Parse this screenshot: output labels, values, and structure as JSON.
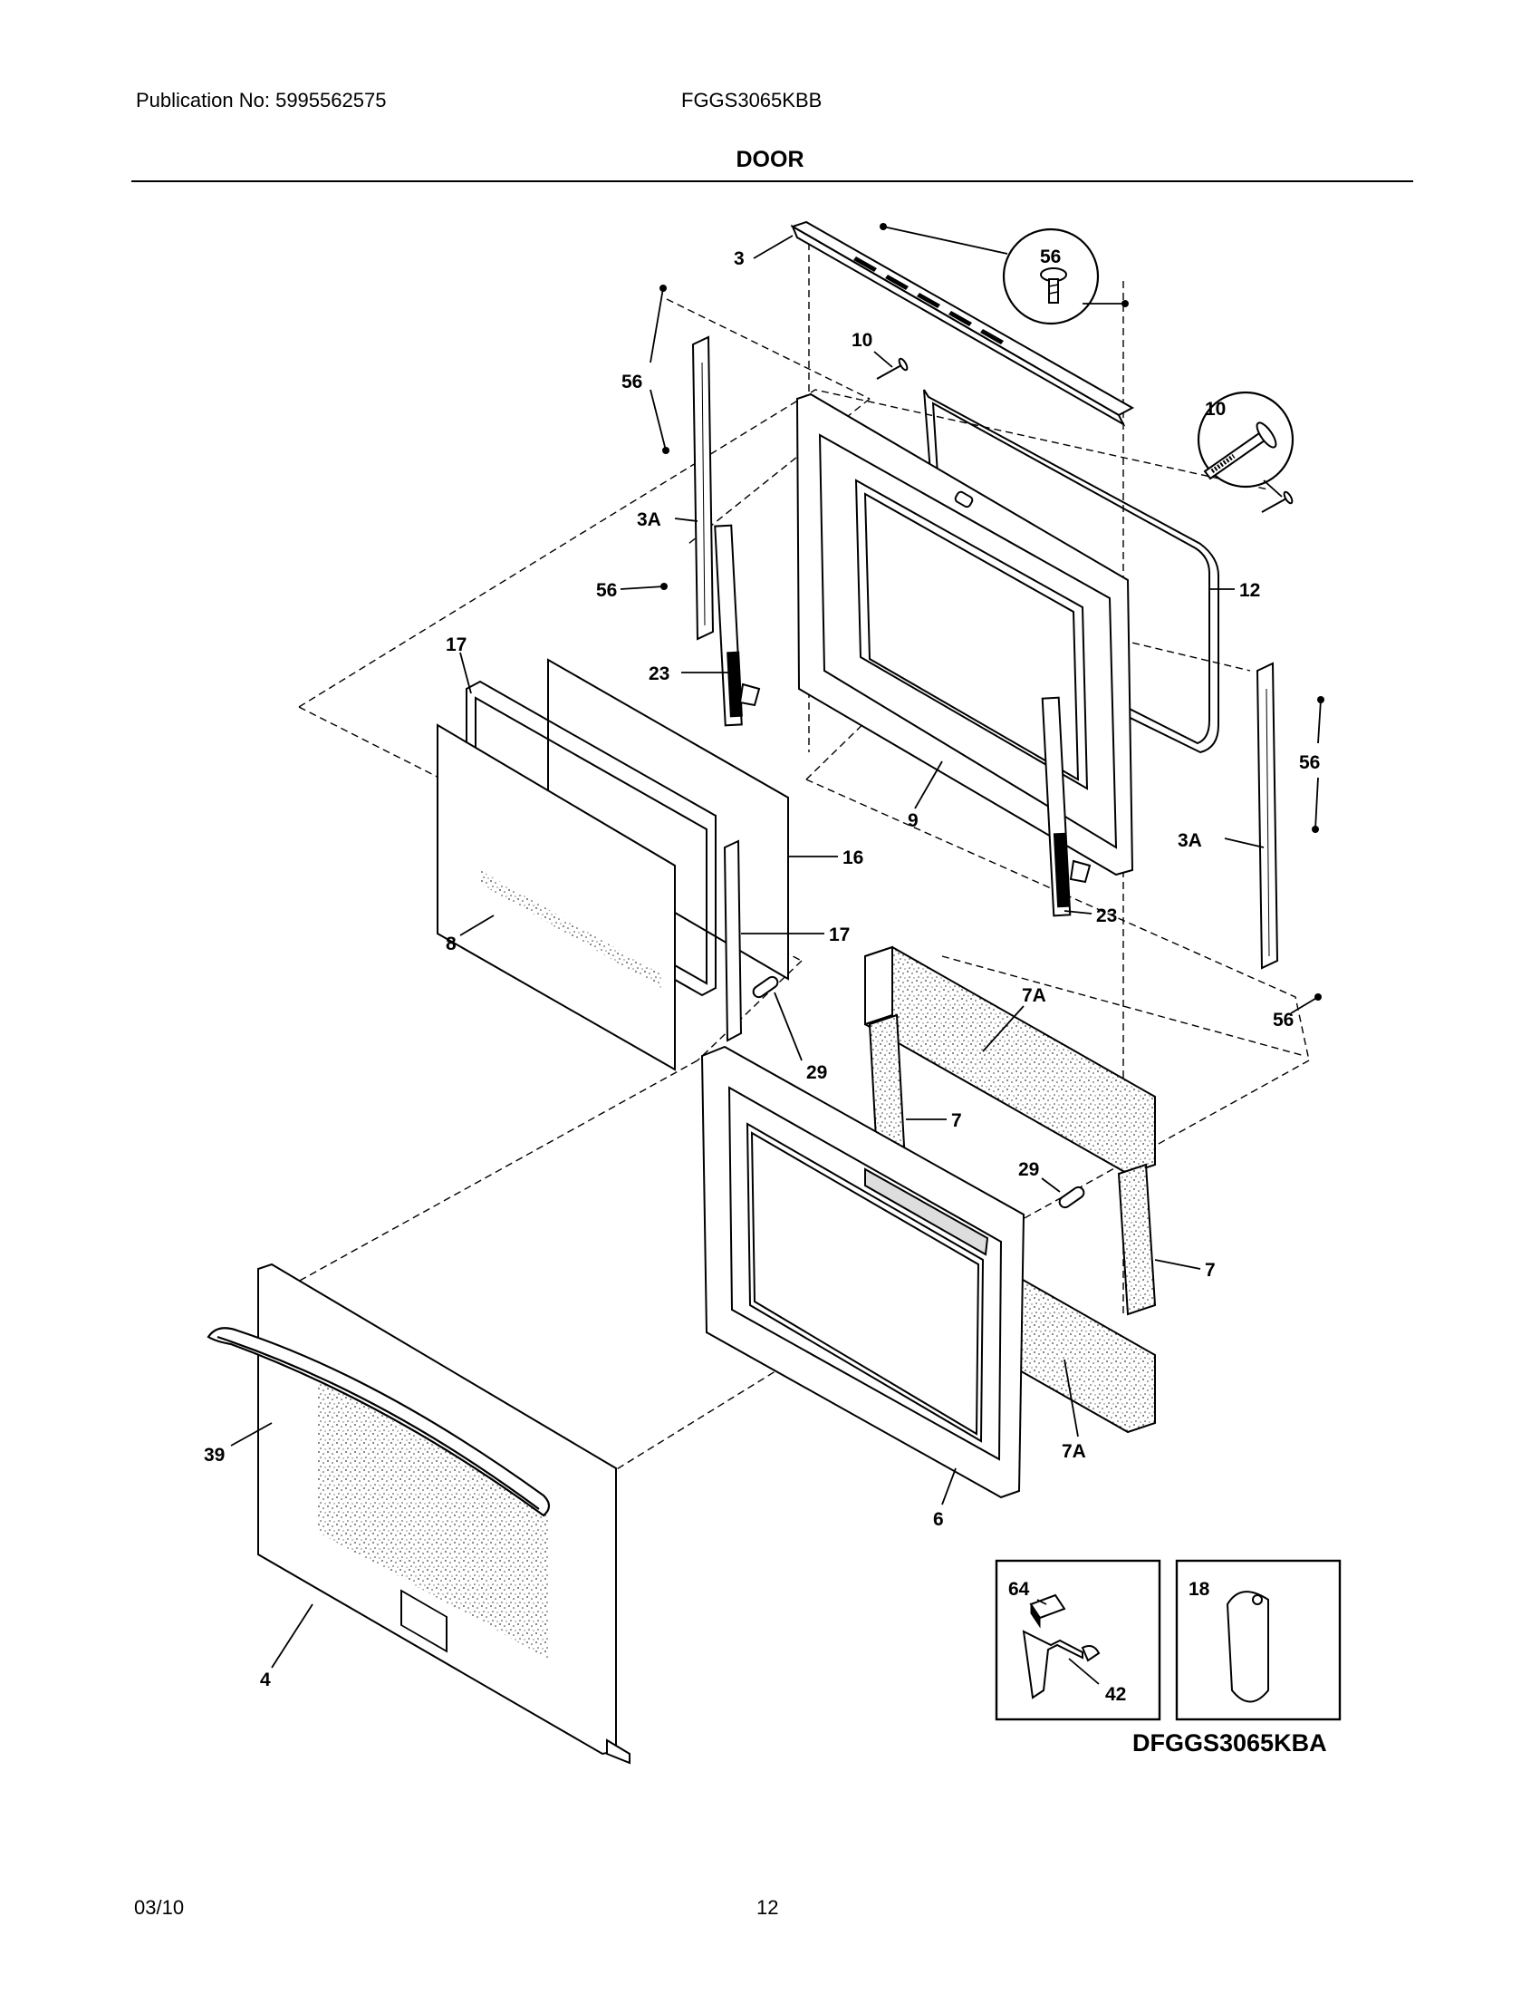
{
  "header": {
    "publication": "Publication No: 5995562575",
    "model": "FGGS3065KBB"
  },
  "section_title": "DOOR",
  "diagram_code": "DFGGS3065KBA",
  "footer": {
    "date": "03/10",
    "page": "12"
  },
  "callouts": {
    "c3": "3",
    "c56_top": "56",
    "c10": "10",
    "c10_detail": "10",
    "c56_left_top": "56",
    "c3a_left": "3A",
    "c56_left_mid": "56",
    "c12": "12",
    "c17_top": "17",
    "c23_left": "23",
    "c56_right": "56",
    "c9": "9",
    "c3a_right": "3A",
    "c16": "16",
    "c23_right": "23",
    "c17_mid": "17",
    "c8": "8",
    "c56_bottom": "56",
    "c7a_top": "7A",
    "c29_left": "29",
    "c7_left": "7",
    "c29_right": "29",
    "c7_right": "7",
    "c39": "39",
    "c7a_bottom": "7A",
    "c6": "6",
    "c4": "4",
    "c64": "64",
    "c42": "42",
    "c18": "18"
  }
}
